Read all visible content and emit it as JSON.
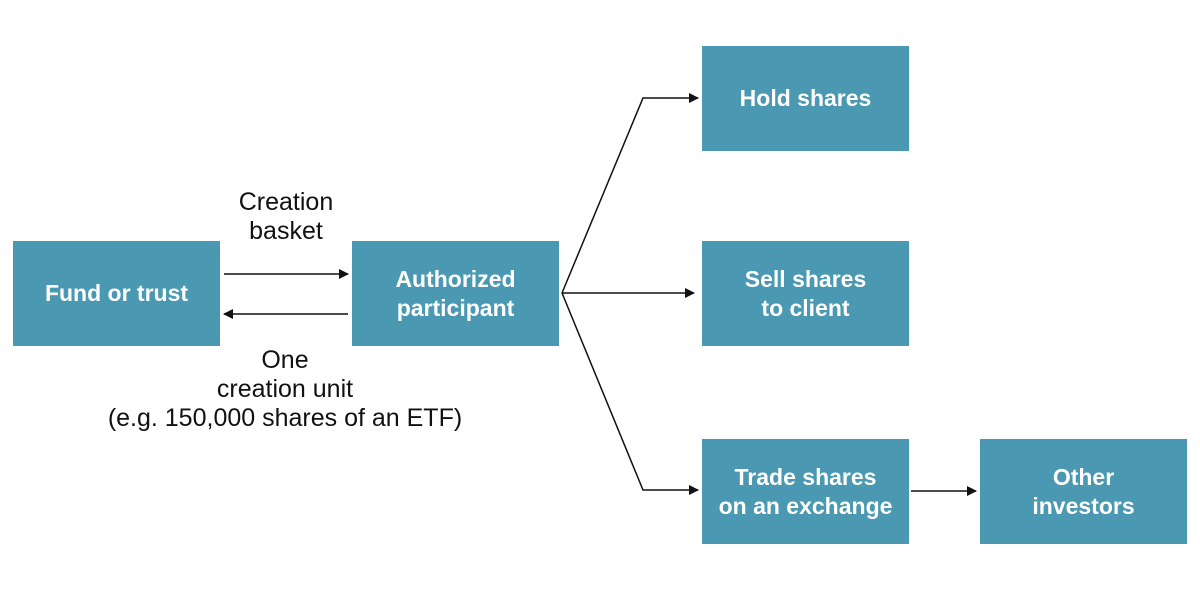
{
  "colors": {
    "box_fill": "#4a98b1",
    "box_text": "#ffffff",
    "arrow": "#111111",
    "label_text": "#111111"
  },
  "nodes": {
    "fund": {
      "label": "Fund or trust"
    },
    "ap": {
      "label": "Authorized\nparticipant"
    },
    "hold": {
      "label": "Hold shares"
    },
    "sell": {
      "label": "Sell shares\nto client"
    },
    "trade": {
      "label": "Trade shares\non an exchange"
    },
    "other": {
      "label": "Other\ninvestors"
    }
  },
  "edge_labels": {
    "creation_basket": "Creation\nbasket",
    "creation_unit": "One\ncreation unit\n(e.g. 150,000 shares of an ETF)"
  }
}
